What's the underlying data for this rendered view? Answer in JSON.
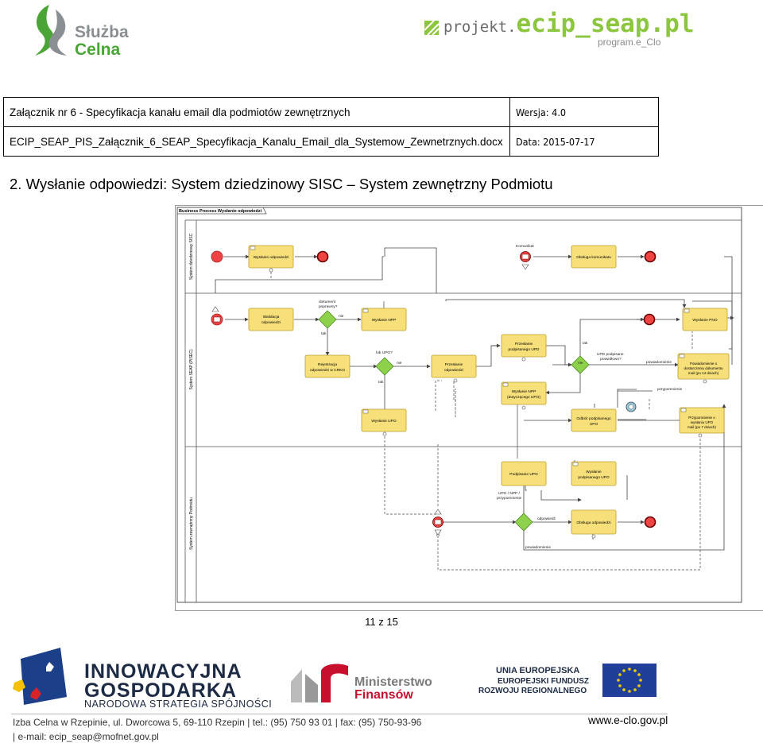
{
  "header": {
    "logo_sc_line1": "Służba",
    "logo_sc_line2": "Celna",
    "logo_ecip_prefix": "projekt.",
    "logo_ecip_main": "ecip_seap.pl",
    "logo_ecip_sub": "program.e_Clo"
  },
  "doc_table": {
    "title": "Załącznik nr 6 - Specyfikacja kanału email dla podmiotów zewnętrznych",
    "version": "Wersja: 4.0",
    "filename": "ECIP_SEAP_PIS_Załącznik_6_SEAP_Specyfikacja_Kanalu_Email_dla_Systemow_Zewnetrznych.docx",
    "date": "Data:  2015-07-17"
  },
  "section_heading": "2.   Wysłanie odpowiedzi: System dziedzinowy SISC – System zewnętrzny Podmiotu",
  "diagram": {
    "title": "Business Process Wysłanie odpowiedzi",
    "lanes": [
      "System dziedzinowy SISC",
      "System SEAP (PISEC)",
      "System zewnętrzny Podmiotu"
    ],
    "tasks": {
      "wyslanie_odpowiedzi": "Wysłanie odpowiedzi",
      "obsluga_komunikatu": "Obsługa komunikatu",
      "walidacja_1": "Walidacja",
      "walidacja_2": "odpowiedzi",
      "wyslanie_npp": "Wysłanie NPP",
      "wyslanie_pnd": "Wysłanie PNO",
      "przeslanie_upd_1": "Przesłanie",
      "przeslanie_upd_2": "podpisanego UPD",
      "rejestracja_1": "Rejestracja",
      "rejestracja_2": "odpowiedzi w CRKO",
      "przeslanie_odp_1": "Przesłanie",
      "przeslanie_odp_2": "odpowiedzi",
      "powiadomienie_1": "Powiadomienie o",
      "powiadomienie_2": "dostarczeniu dokumentu",
      "powiadomienie_3": "mail (po 14 dniach)",
      "wyslanie_npp2_1": "Wysłanie NPP",
      "wyslanie_npp2_2": "(dotyczącego UPO)",
      "wyslanie_upo": "Wysłanie UPO",
      "odbior_1": "Odbiór podpisanego",
      "odbior_2": "UPO",
      "przypomnienie_1": "Przypomnienie o",
      "przypomnienie_2": "wysłaniu UPO",
      "przypomnienie_3": "mail (po 7 dniach)",
      "podpisanie_upo": "Podpisanie UPO",
      "wyslanie_podp_1": "Wysłanie",
      "wyslanie_podp_2": "podpisanego UPO",
      "obsluga_odpowiedzi": "Obsługa odpowiedzi"
    },
    "labels": {
      "komunikat": "Komunikat",
      "dokument_1": "dokument",
      "dokument_2": "poprawny?",
      "nie": "nie",
      "tak": "tak",
      "lub_upo": "lub UPO?",
      "upd_podpisane_1": "UPD podpisane",
      "upd_podpisane_2": "prawidłowo?",
      "powiadomienie": "powiadomienie",
      "przypomnienie": "przypomnienie",
      "upo_npp_1": "UPO / NPP /",
      "upo_npp_2": "przypomnienie",
      "odpowiedz": "odpowiedź",
      "powiadomienie_low": "powiadomienie"
    }
  },
  "page_number": "11 z 15",
  "footer": {
    "ig_line1": "INNOWACYJNA",
    "ig_line2": "GOSPODARKA",
    "ig_line3": "NARODOWA STRATEGIA SPÓJNOŚCI",
    "mf_line1": "Ministerstwo",
    "mf_line2": "Finansów",
    "ue_line1": "UNIA EUROPEJSKA",
    "ue_line2": "EUROPEJSKI FUNDUSZ",
    "ue_line3": "ROZWOJU REGIONALNEGO",
    "address": "Izba Celna w Rzepinie, ul. Dworcowa 5, 69-110 Rzepin  |  tel.: (95) 750 93 01  |  fax: (95) 750-93-96",
    "email": "|  e-mail: ecip_seap@mofnet.gov.pl",
    "www": "www.e-clo.gov.pl"
  },
  "colors": {
    "task_fill": "#f7e07a",
    "task_stroke": "#b8a030",
    "gateway": "#8ed14a",
    "end_event": "#e03a3a",
    "sc_green": "#4aa436",
    "ecip_green": "#8cc63f"
  }
}
